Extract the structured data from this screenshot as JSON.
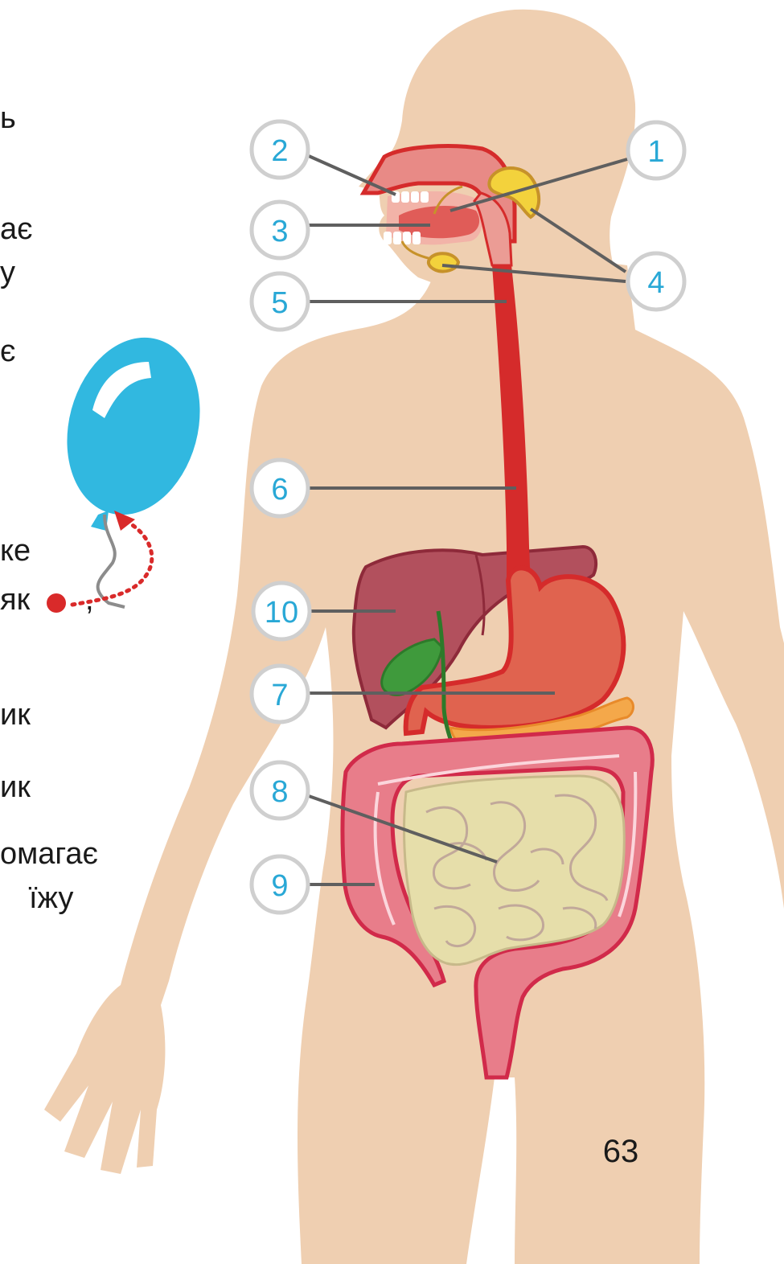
{
  "page": {
    "number": "63"
  },
  "left_text_fragments": [
    "ь",
    "ає",
    "у",
    "є",
    "ке",
    "як",
    ",",
    "ик",
    "ик",
    "омагає",
    "їжу"
  ],
  "callouts": [
    "1",
    "2",
    "3",
    "4",
    "5",
    "6",
    "7",
    "8",
    "9",
    "10"
  ],
  "colors": {
    "skin": "#efcfb1",
    "callout_number": "#29a8d6",
    "callout_border": "#cfcfcf",
    "leader_line": "#5f5f5f",
    "esophagus": "#d52b2b",
    "stomach": "#e0634f",
    "liver": "#b2505d",
    "gallbladder": "#3f9a3c",
    "pancreas": "#f4a84a",
    "salivary_gland": "#f3d23c",
    "small_intestine": "#e6deaa",
    "large_intestine": "#e87d8a",
    "balloon": "#31b8e0",
    "arrow_marker": "#d92a2a"
  },
  "icons": [
    "balloon-icon",
    "red-dot-marker-icon",
    "dotted-arrow-icon"
  ]
}
